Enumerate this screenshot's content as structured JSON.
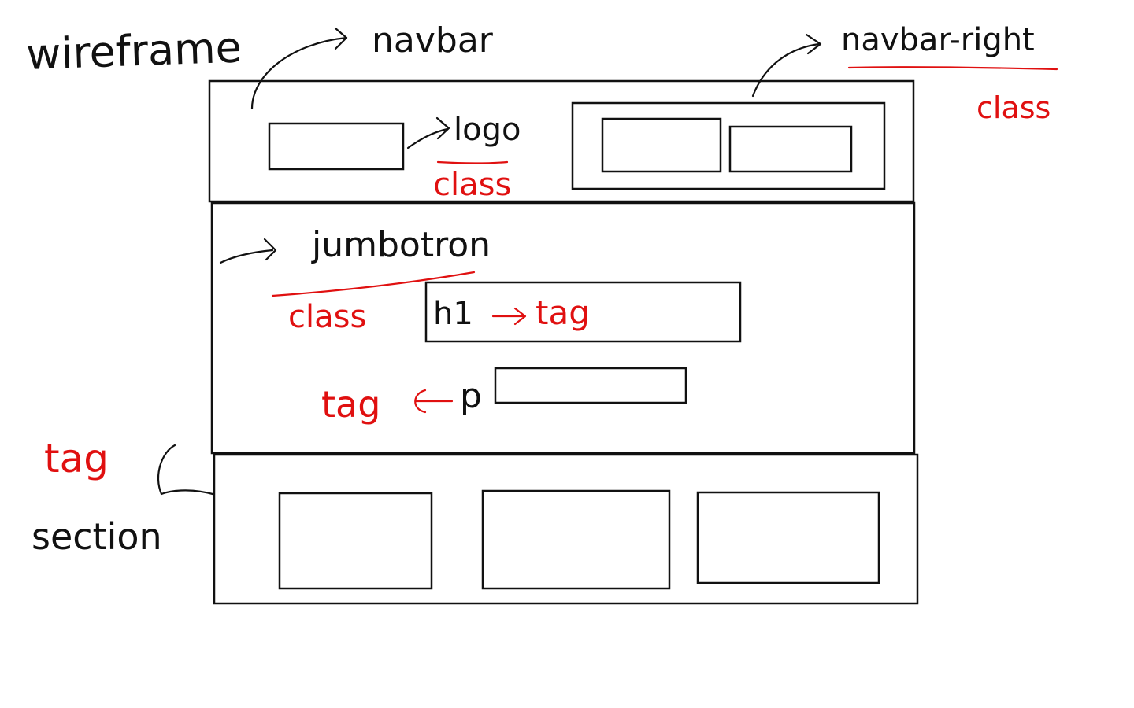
{
  "labels": {
    "title": "wireframe",
    "navbar": "navbar",
    "navbar_right": "navbar-right",
    "navbar_right_kind": "class",
    "logo": "logo",
    "logo_kind": "class",
    "jumbotron": "jumbotron",
    "jumbotron_kind": "class",
    "h1": "h1",
    "h1_kind": "tag",
    "p": "p",
    "p_kind": "tag",
    "section": "section",
    "section_kind": "tag"
  },
  "colors": {
    "ink": "#111111",
    "annotation": "#e01010",
    "background": "#ffffff"
  }
}
